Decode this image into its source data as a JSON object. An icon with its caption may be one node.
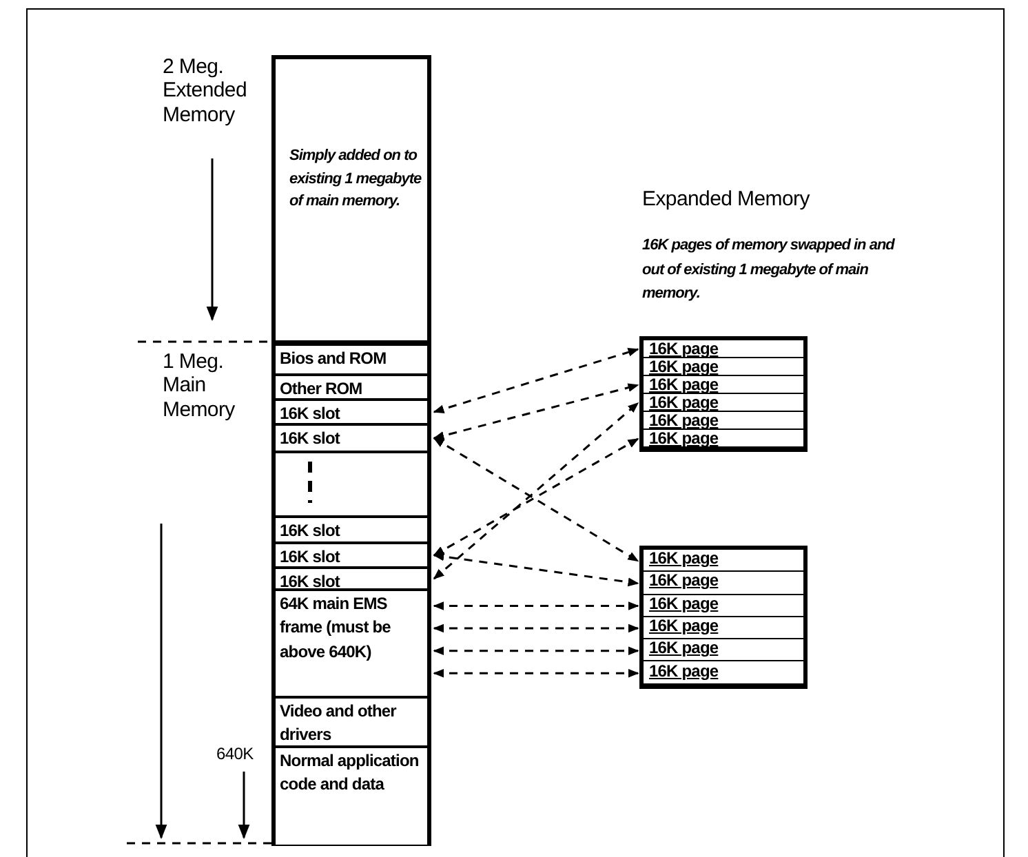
{
  "diagram": {
    "nodes": [
      {
        "text": [
          "Simply added on to existing 1 megabyte of main memory."
        ]
      },
      {
        "text": [
          "Bios and ROM"
        ]
      },
      {
        "text": [
          "Other ROM"
        ]
      },
      {
        "text": [
          "16K slot"
        ]
      },
      {
        "text": [
          "16K slot"
        ]
      },
      {
        "text": [],
        "shape": "box"
      },
      {
        "text": [
          "16K slot"
        ]
      },
      {
        "text": [
          "16K slot"
        ]
      },
      {
        "text": [
          "16K slot"
        ]
      },
      {
        "text": [
          "64K main EMS frame (must be above 640K)"
        ]
      },
      {
        "text": [
          "Video and other drivers"
        ]
      },
      {
        "text": [
          "Normal application code and data"
        ]
      },
      {
        "text": [],
        "shape": "box"
      },
      {
        "text": [
          "16K page"
        ],
        "in": 12
      },
      {
        "text": [
          "16K page"
        ],
        "in": 12
      },
      {
        "text": [
          "16K page"
        ],
        "in": 12
      },
      {
        "text": [
          "16K page"
        ],
        "in": 12
      },
      {
        "text": [
          "16K page"
        ],
        "in": 12
      },
      {
        "text": [
          "16K page"
        ],
        "in": 12
      },
      {
        "text": [],
        "shape": "box"
      },
      {
        "text": [
          "16K page"
        ],
        "in": 19
      },
      {
        "text": [
          "16K page"
        ],
        "in": 19
      },
      {
        "text": [
          "16K page"
        ],
        "in": 19
      },
      {
        "text": [
          "16K page"
        ],
        "in": 19
      },
      {
        "text": [
          "16K page"
        ],
        "in": 19
      },
      {
        "text": [
          "16K page"
        ],
        "in": 19
      }
    ],
    "edges": [
      {
        "from": 3,
        "to": 13,
        "arrow": "both",
        "style": "dashed"
      },
      {
        "from": 4,
        "to": 15,
        "arrow": "both",
        "style": "dashed"
      },
      {
        "from": 4,
        "to": 20,
        "arrow": "both",
        "style": "dashed"
      },
      {
        "from": 8,
        "to": 16,
        "arrow": "both",
        "style": "dashed"
      },
      {
        "from": 7,
        "to": 18,
        "arrow": "both",
        "style": "dashed"
      },
      {
        "from": 7,
        "to": 21,
        "arrow": "both",
        "style": "dashed"
      },
      {
        "from": 9,
        "to": 22,
        "arrow": "both",
        "style": "dashed"
      },
      {
        "from": 9,
        "to": 23,
        "arrow": "both",
        "style": "dashed"
      },
      {
        "from": 9,
        "to": 24,
        "arrow": "both",
        "style": "dashed"
      },
      {
        "from": 9,
        "to": 25,
        "arrow": "both",
        "style": "dashed"
      }
    ],
    "labels": [
      "2 Meg. Extended Memory",
      "Expanded Memory",
      "16K pages of memory swapped in and out of existing 1 megabyte of main memory.",
      "1 Meg. Main Memory",
      "640K"
    ]
  }
}
